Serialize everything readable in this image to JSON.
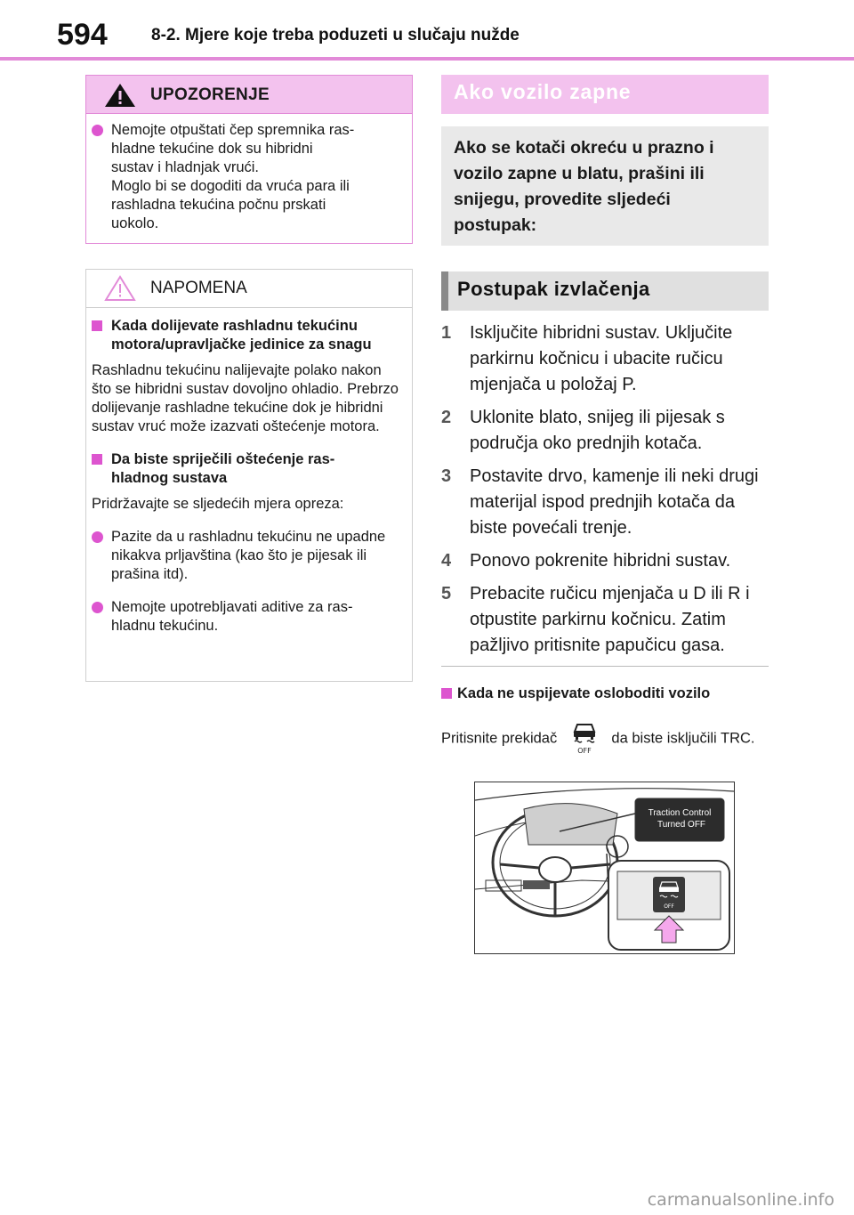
{
  "header": {
    "page_number": "594",
    "chapter": "8-2. Mjere koje treba poduzeti u slučaju nužde"
  },
  "warning": {
    "title": "UPOZORENJE",
    "items": [
      "Nemojte otpuštati čep spremnika ras-\nhladne tekućine dok su hibridni\nsustav i hladnjak vrući.\nMoglo bi se dogoditi da vruća para ili\nrashladna tekućina počnu prskati\nuokolo."
    ]
  },
  "note": {
    "title": "NAPOMENA",
    "section1_heading": "Kada dolijevate rashladnu tekućinu motora/upravljačke jedinice za snagu",
    "section1_text": "Rashladnu tekućinu nalijevajte polako nakon što se hibridni sustav dovoljno ohladio. Prebrzo dolijevanje rashladne tekućine dok je hibridni sustav vruć može izazvati oštećenje motora.",
    "section2_heading": "Da biste spriječili oštećenje ras-\nhladnog sustava",
    "section2_text": "Pridržavajte se sljedećih mjera opreza:",
    "bullets": [
      "Pazite da u rashladnu tekućinu ne upadne nikakva prljavština (kao što je pijesak ili prašina itd).",
      "Nemojte upotrebljavati aditive za ras-\nhladnu tekućinu."
    ]
  },
  "stuck": {
    "title": "Ako vozilo zapne",
    "intro": "Ako se kotači okreću u prazno i vozilo zapne u blatu, prašini ili snijegu, provedite sljedeći postupak:",
    "procedure_title": "Postupak izvlačenja",
    "steps": [
      {
        "num": "1",
        "text": "Isključite hibridni sustav. Uključite parkirnu kočnicu i ubacite ručicu mjenjača u položaj P."
      },
      {
        "num": "2",
        "text": "Uklonite blato, snijeg ili pijesak s područja oko prednjih kotača."
      },
      {
        "num": "3",
        "text": "Postavite drvo, kamenje ili neki drugi materijal ispod prednjih kotača da biste povećali trenje."
      },
      {
        "num": "4",
        "text": "Ponovo pokrenite hibridni sustav."
      },
      {
        "num": "5",
        "text": "Prebacite ručicu mjenjača u D ili R i otpustite parkirnu kočnicu. Zatim pažljivo pritisnite papučicu gasa."
      }
    ],
    "fail_heading": "Kada ne uspijevate osloboditi vozilo",
    "press_before": "Pritisnite prekidač",
    "press_after": "da biste isključili TRC.",
    "icon_label": "OFF"
  },
  "figure": {
    "display_line1": "Traction Control",
    "display_line2": "Turned OFF",
    "switch_label": "OFF"
  },
  "watermark": "carmanualsonline.info",
  "colors": {
    "accent_pink": "#e28ad8",
    "dot_pink": "#dd55cf",
    "light_pink": "#f3c2ee",
    "grey_box": "#e9e9e9"
  }
}
